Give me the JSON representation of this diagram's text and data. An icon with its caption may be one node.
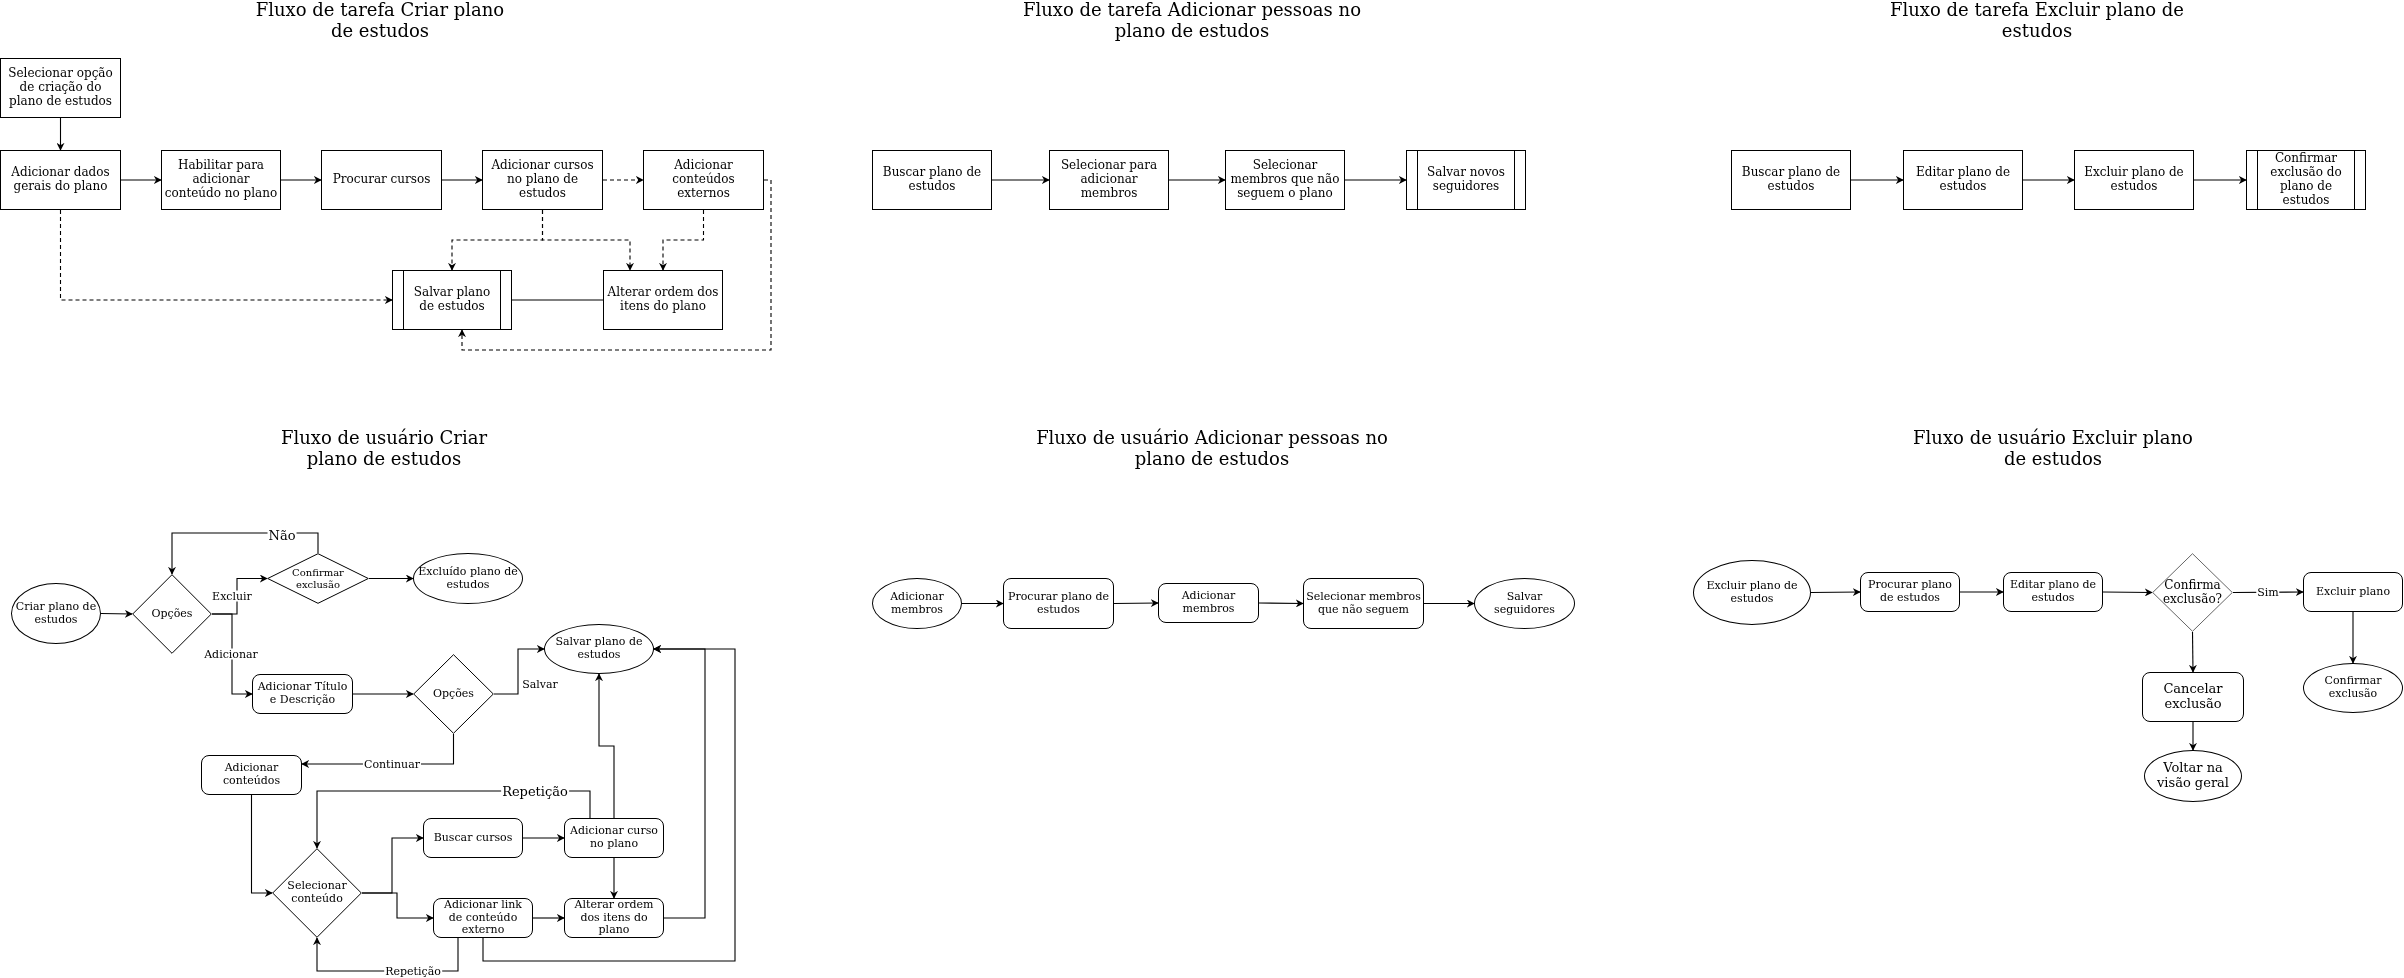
{
  "diagram": {
    "nodes": [
      {
        "text": [
          "Selecionar opção de criação do plano de estudos"
        ]
      },
      {
        "text": [
          "Adicionar dados gerais do plano"
        ]
      },
      {
        "text": [
          "Habilitar para adicionar conteúdo no plano"
        ]
      },
      {
        "text": [
          "Procurar cursos"
        ]
      },
      {
        "text": [
          "Adicionar cursos no plano de estudos"
        ]
      },
      {
        "text": [
          "Adicionar conteúdos externos"
        ]
      },
      {
        "text": [
          "Salvar plano de estudos"
        ]
      },
      {
        "text": [
          "Alterar ordem dos itens do plano"
        ]
      },
      {
        "text": [
          "Buscar plano de estudos"
        ]
      },
      {
        "text": [
          "Selecionar para adicionar membros"
        ]
      },
      {
        "text": [
          "Selecionar membros que não seguem o plano"
        ]
      },
      {
        "text": [
          "Salvar novos seguidores"
        ]
      },
      {
        "text": [
          "Buscar plano de estudos"
        ]
      },
      {
        "text": [
          "Editar plano de estudos"
        ]
      },
      {
        "text": [
          "Excluir plano de estudos"
        ]
      },
      {
        "text": [
          "Confirmar exclusão do plano de estudos"
        ]
      },
      {
        "text": [
          "Criar plano de estudos"
        ]
      },
      {
        "text": [
          "Opções"
        ]
      },
      {
        "text": [
          "Confirmar exclusão"
        ]
      },
      {
        "text": [
          "Excluído plano de estudos"
        ]
      },
      {
        "text": [
          "Adicionar Título e Descrição"
        ]
      },
      {
        "text": [
          "Opções"
        ]
      },
      {
        "text": [
          "Salvar plano de estudos"
        ]
      },
      {
        "text": [
          "Adicionar conteúdos"
        ]
      },
      {
        "text": [
          "Selecionar conteúdo"
        ]
      },
      {
        "text": [
          "Buscar cursos"
        ]
      },
      {
        "text": [
          "Adicionar curso no plano"
        ]
      },
      {
        "text": [
          "Adicionar link de conteúdo externo"
        ]
      },
      {
        "text": [
          "Alterar ordem dos itens do plano"
        ]
      },
      {
        "text": [
          "Adicionar membros"
        ]
      },
      {
        "text": [
          "Procurar plano de estudos"
        ]
      },
      {
        "text": [
          "Adicionar membros"
        ]
      },
      {
        "text": [
          "Selecionar membros que não seguem"
        ]
      },
      {
        "text": [
          "Salvar seguidores"
        ]
      },
      {
        "text": [
          "Excluir plano de estudos"
        ]
      },
      {
        "text": [
          "Procurar plano de estudos"
        ]
      },
      {
        "text": [
          "Editar plano de estudos"
        ]
      },
      {
        "text": [
          "Confirma exclusão?"
        ]
      },
      {
        "text": [
          "Excluir plano"
        ]
      },
      {
        "text": [
          "Cancelar exclusão"
        ]
      },
      {
        "text": [
          "Confirmar exclusão"
        ]
      },
      {
        "text": [
          "Voltar na visão geral"
        ]
      }
    ],
    "edges": [
      {
        "from": 0,
        "to": 1,
        "arrow": "to"
      },
      {
        "from": 1,
        "to": 2,
        "arrow": "to"
      },
      {
        "from": 2,
        "to": 3,
        "arrow": "to"
      },
      {
        "from": 3,
        "to": 4,
        "arrow": "to"
      },
      {
        "from": 4,
        "to": 5,
        "arrow": "to",
        "style": "dashed"
      },
      {
        "from": 1,
        "to": 6,
        "arrow": "to",
        "style": "dashed"
      },
      {
        "from": 4,
        "to": 6,
        "arrow": "to",
        "style": "dashed"
      },
      {
        "from": 4,
        "to": 7,
        "arrow": "to",
        "style": "dashed"
      },
      {
        "from": 5,
        "to": 7,
        "arrow": "to",
        "style": "dashed"
      },
      {
        "from": 7,
        "to": 6,
        "arrow": "to"
      },
      {
        "from": 5,
        "to": 6,
        "arrow": "to",
        "style": "dashed"
      },
      {
        "from": 8,
        "to": 9,
        "arrow": "to"
      },
      {
        "from": 9,
        "to": 10,
        "arrow": "to"
      },
      {
        "from": 10,
        "to": 11,
        "arrow": "to"
      },
      {
        "from": 12,
        "to": 13,
        "arrow": "to"
      },
      {
        "from": 13,
        "to": 14,
        "arrow": "to"
      },
      {
        "from": 14,
        "to": 15,
        "arrow": "to"
      },
      {
        "from": 16,
        "to": 17,
        "arrow": "to"
      },
      {
        "from": 17,
        "to": 18,
        "arrow": "to",
        "label": "Excluir"
      },
      {
        "from": 18,
        "to": 19,
        "arrow": "to"
      },
      {
        "from": 18,
        "to": 17,
        "arrow": "to",
        "label": "Não"
      },
      {
        "from": 17,
        "to": 20,
        "arrow": "to",
        "label": "Adicionar"
      },
      {
        "from": 20,
        "to": 21,
        "arrow": "to"
      },
      {
        "from": 21,
        "to": 22,
        "arrow": "to",
        "label": "Salvar"
      },
      {
        "from": 21,
        "to": 23,
        "arrow": "to",
        "label": "Continuar"
      },
      {
        "from": 23,
        "to": 24,
        "arrow": "to"
      },
      {
        "from": 24,
        "to": 25,
        "arrow": "to"
      },
      {
        "from": 24,
        "to": 27,
        "arrow": "to"
      },
      {
        "from": 25,
        "to": 26,
        "arrow": "to"
      },
      {
        "from": 26,
        "to": 22,
        "arrow": "to"
      },
      {
        "from": 26,
        "to": 28,
        "arrow": "to"
      },
      {
        "from": 26,
        "to": 24,
        "arrow": "to",
        "label": "Repetição"
      },
      {
        "from": 27,
        "to": 28,
        "arrow": "to"
      },
      {
        "from": 27,
        "to": 24,
        "arrow": "to",
        "label": "Repetição"
      },
      {
        "from": 28,
        "to": 22,
        "arrow": "to"
      },
      {
        "from": 27,
        "to": 22,
        "arrow": "to"
      },
      {
        "from": 29,
        "to": 30,
        "arrow": "to"
      },
      {
        "from": 30,
        "to": 31,
        "arrow": "to"
      },
      {
        "from": 31,
        "to": 32,
        "arrow": "to"
      },
      {
        "from": 32,
        "to": 33,
        "arrow": "to"
      },
      {
        "from": 34,
        "to": 35,
        "arrow": "to"
      },
      {
        "from": 35,
        "to": 36,
        "arrow": "to"
      },
      {
        "from": 36,
        "to": 37,
        "arrow": "to"
      },
      {
        "from": 37,
        "to": 38,
        "arrow": "to",
        "label": "Sim"
      },
      {
        "from": 37,
        "to": 39,
        "arrow": "to"
      },
      {
        "from": 38,
        "to": 40,
        "arrow": "to"
      },
      {
        "from": 39,
        "to": 41,
        "arrow": "to"
      }
    ],
    "labels": [
      "Fluxo de tarefa Criar plano de estudos",
      "Fluxo de tarefa Adicionar pessoas no plano de estudos",
      "Fluxo de tarefa Excluir plano de estudos",
      "Fluxo de usuário Criar plano de estudos",
      "Fluxo de usuário Adicionar pessoas no plano de estudos",
      "Fluxo de usuário Excluir plano de estudos"
    ]
  }
}
